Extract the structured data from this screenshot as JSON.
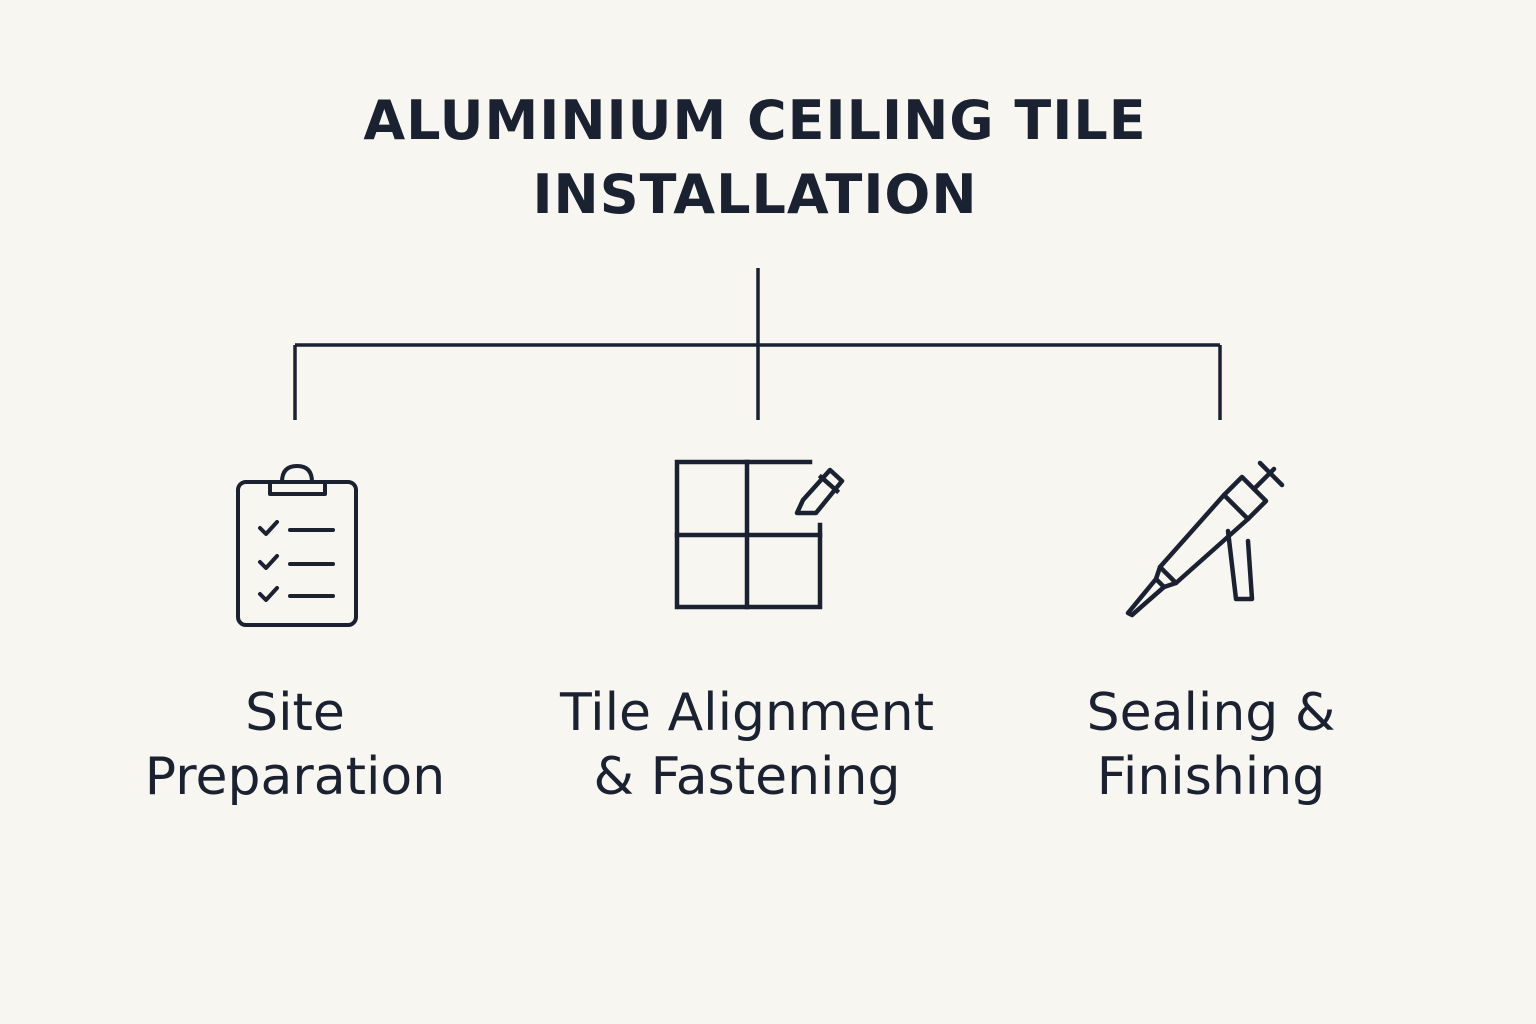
{
  "title": {
    "line1": "ALUMINIUM CEILING TILE",
    "line2": "INSTALLATION"
  },
  "steps": [
    {
      "icon": "clipboard-checklist-icon",
      "label_line1": "Site",
      "label_line2": "Preparation"
    },
    {
      "icon": "tile-grid-pencil-icon",
      "label_line1": "Tile Alignment",
      "label_line2": "& Fastening"
    },
    {
      "icon": "caulking-gun-icon",
      "label_line1": "Sealing &",
      "label_line2": "Finishing"
    }
  ],
  "colors": {
    "background": "#f8f6f1",
    "ink": "#1a2130"
  }
}
